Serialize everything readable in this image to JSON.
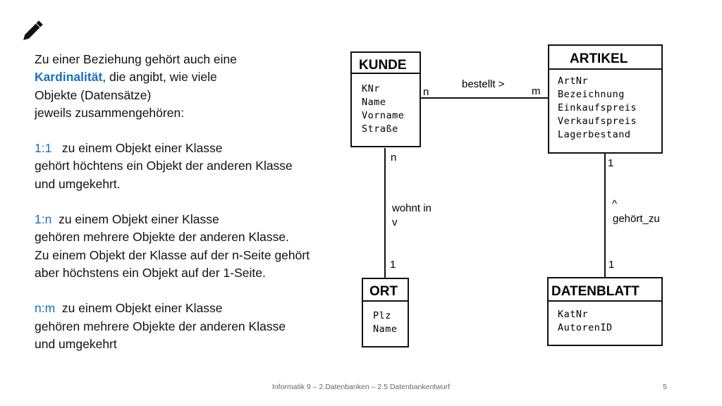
{
  "icons": {
    "edit": "pencil-icon"
  },
  "text": {
    "intro1": "Zu einer Beziehung gehört auch eine",
    "intro2_highlight": "Kardinalität",
    "intro2_rest": ", die angibt, wie viele",
    "intro3": "Objekte (Datensätze)",
    "intro4": "jeweils zusammengehören:",
    "c11_label": "1:1",
    "c11_rest": "zu einem Objekt einer Klasse",
    "c11_l2": "gehört höchtens ein Objekt der anderen Klasse",
    "c11_l3": "und umgekehrt.",
    "c1n_label": "1:n",
    "c1n_rest": "zu einem Objekt einer Klasse",
    "c1n_l2": "gehören mehrere Objekte der anderen Klasse.",
    "c1n_l3": "Zu einem Objekt der Klasse auf der n-Seite gehört",
    "c1n_l4": "aber höchstens ein Objekt auf der 1-Seite.",
    "cnm_label": "n:m",
    "cnm_rest": "zu einem Objekt einer Klasse",
    "cnm_l2": "gehören mehrere Objekte der anderen Klasse",
    "cnm_l3": "und umgekehrt"
  },
  "colors": {
    "accent": "#1a6fc0"
  },
  "diagram": {
    "entities": {
      "kunde": {
        "title": "KUNDE",
        "attrs": [
          "KNr",
          "Name",
          "Vorname",
          "Straße"
        ]
      },
      "artikel": {
        "title": "ARTIKEL",
        "attrs": [
          "ArtNr",
          "Bezeichnung",
          "Einkaufspreis",
          "Verkaufspreis",
          "Lagerbestand"
        ]
      },
      "ort": {
        "title": "ORT",
        "attrs": [
          "Plz",
          "Name"
        ]
      },
      "datenblatt": {
        "title": "DATENBLATT",
        "attrs": [
          "KatNr",
          "AutorenID"
        ]
      }
    },
    "relations": {
      "bestellt": {
        "label": "bestellt >",
        "card_left": "n",
        "card_right": "m"
      },
      "wohnt": {
        "label": "wohnt in",
        "arrow": "v",
        "card_top": "n",
        "card_bottom": "1"
      },
      "gehoert": {
        "label": "gehört_zu",
        "arrow": "^",
        "card_top": "1",
        "card_bottom": "1"
      }
    }
  },
  "footer": {
    "text": "Informatik 9 – 2.Datenbanken – 2.5 Datenbankentwurf",
    "page": "5"
  }
}
